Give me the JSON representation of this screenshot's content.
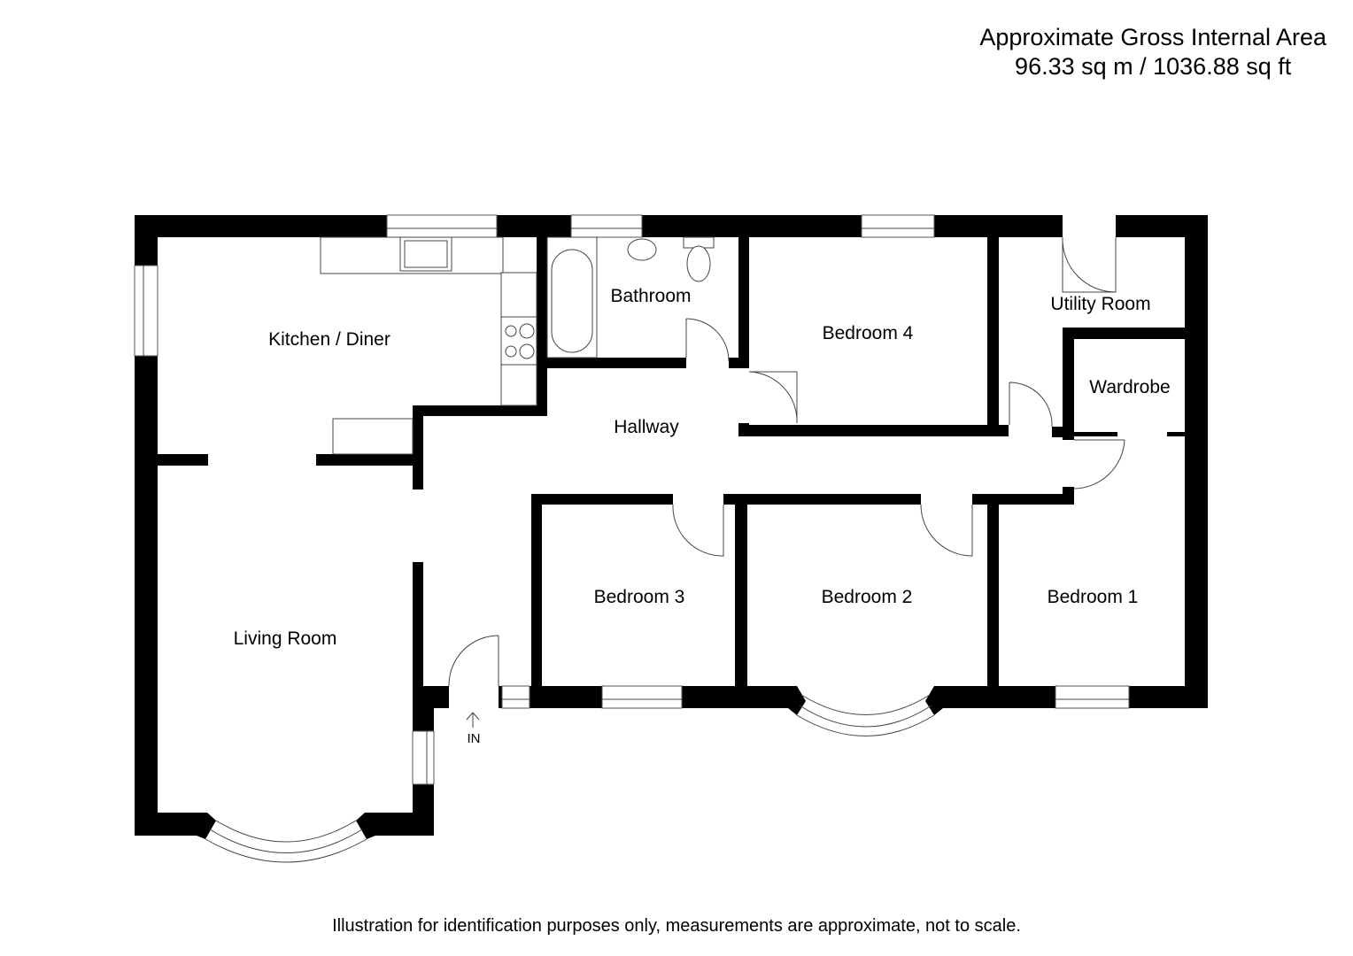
{
  "header": {
    "title": "Approximate Gross Internal Area",
    "area": "96.33 sq m / 1036.88 sq ft"
  },
  "rooms": {
    "kitchen": "Kitchen / Diner",
    "bathroom": "Bathroom",
    "bedroom4": "Bedroom 4",
    "utility": "Utility Room",
    "wardrobe": "Wardrobe",
    "hallway": "Hallway",
    "living": "Living Room",
    "bedroom3": "Bedroom 3",
    "bedroom2": "Bedroom 2",
    "bedroom1": "Bedroom 1"
  },
  "entrance": {
    "label": "IN"
  },
  "footer": {
    "disclaimer": "Illustration for identification purposes only, measurements are approximate, not to scale."
  }
}
